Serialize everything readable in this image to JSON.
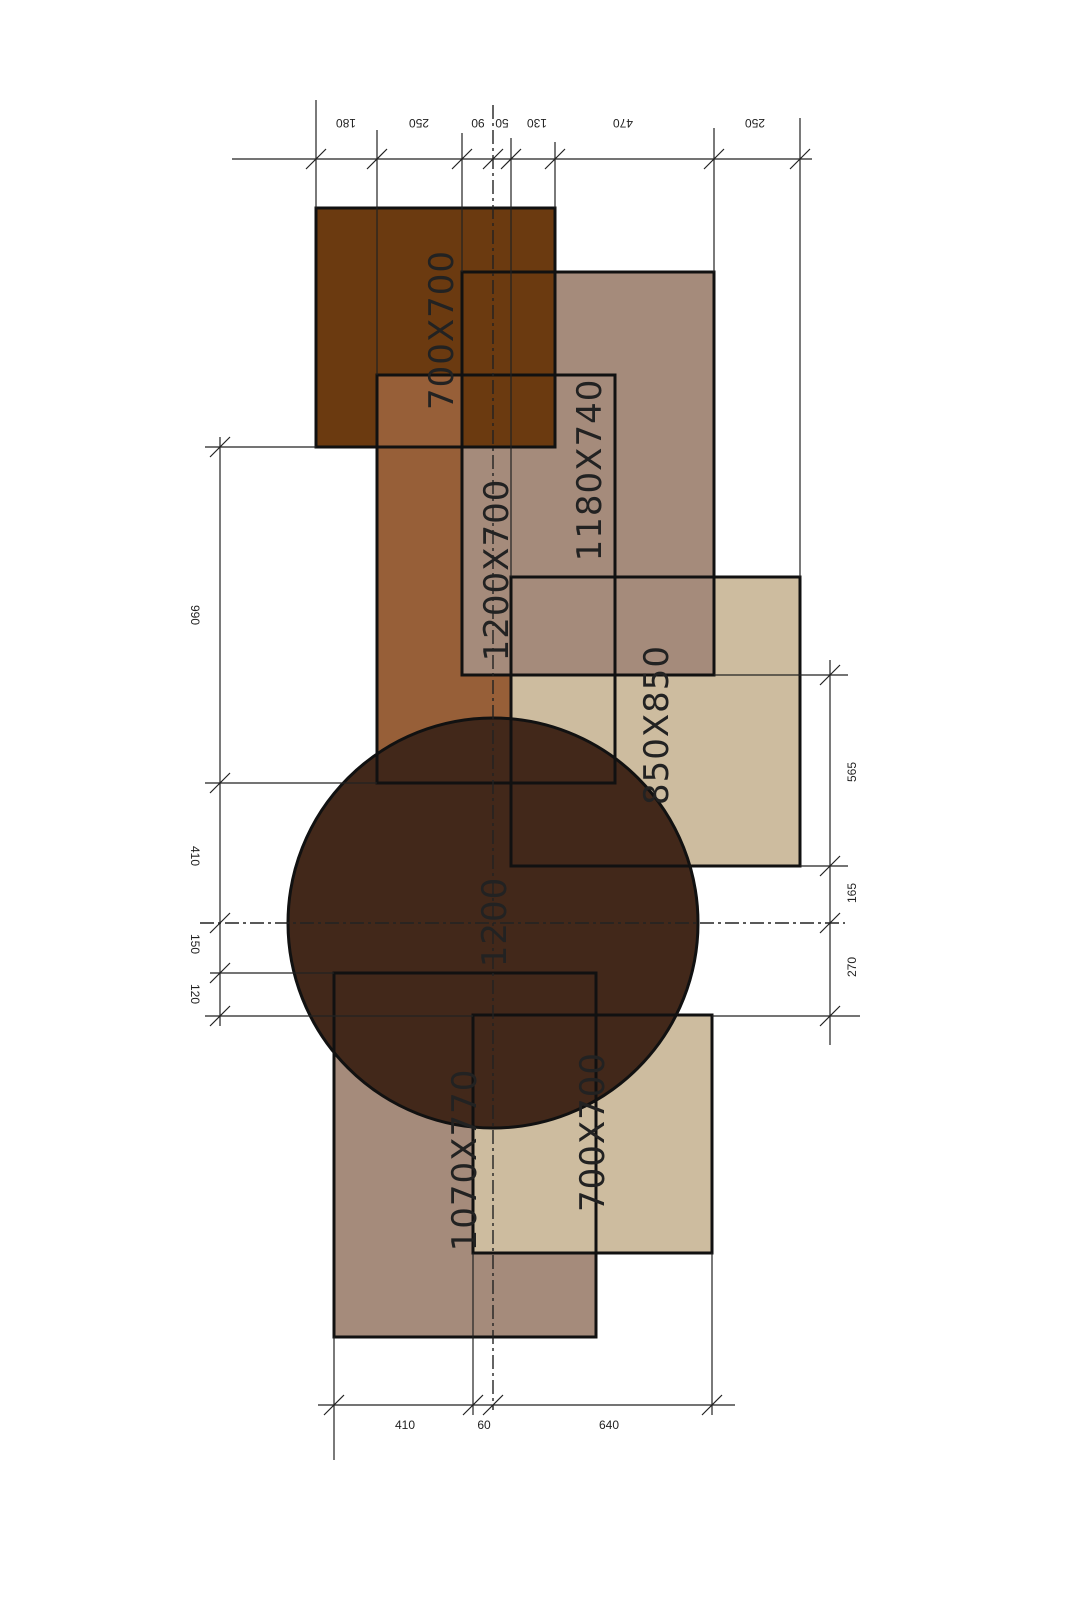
{
  "colors": {
    "dark_brown": "#6b3a10",
    "medium_brown": "#975f38",
    "taupe": "#a58b7b",
    "beige": "#cdbc9f",
    "circle": "#42281a"
  },
  "shapes": {
    "rect_top": "700X700",
    "rect_taupe_top": "1180X740",
    "rect_medium": "1200X700",
    "rect_beige_mid": "850X850",
    "circle": "1200",
    "rect_taupe_bottom": "1070X770",
    "rect_beige_bottom": "700X700"
  },
  "dimensions": {
    "top": [
      "180",
      "250",
      "90",
      "50",
      "130",
      "470",
      "250"
    ],
    "left": [
      "990",
      "410",
      "150",
      "120"
    ],
    "right": [
      "565",
      "165",
      "270"
    ],
    "bottom": [
      "410",
      "60",
      "640"
    ]
  }
}
